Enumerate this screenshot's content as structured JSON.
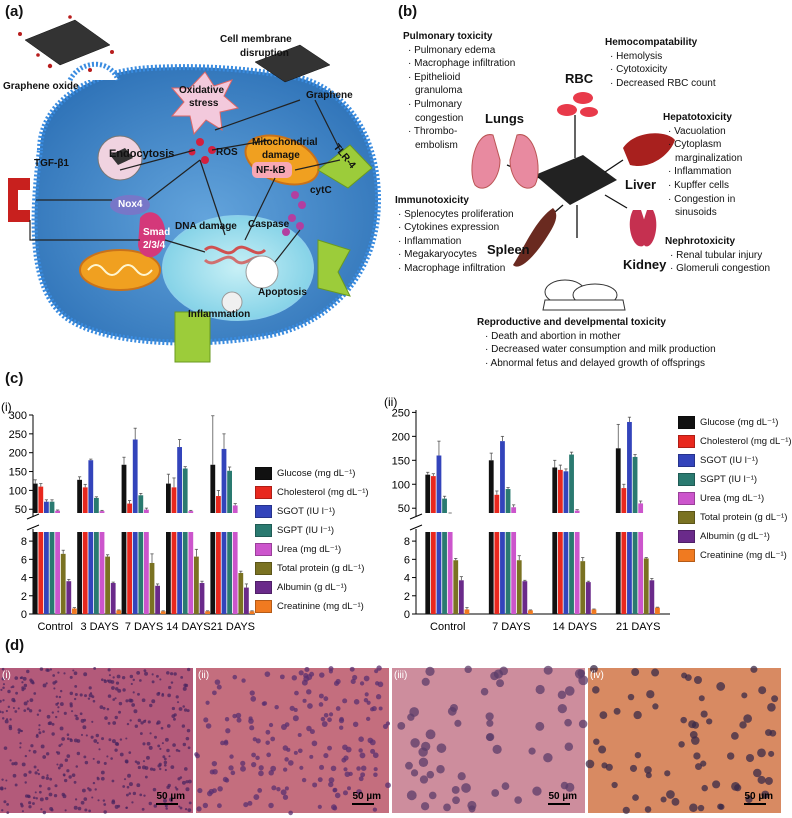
{
  "panel_labels": {
    "a": "(a)",
    "b": "(b)",
    "c": "(c)",
    "d": "(d)"
  },
  "panel_a": {
    "labels": {
      "graphene_oxide": "Graphene oxide",
      "cell_membrane": "Cell membrane",
      "disruption": "disruption",
      "graphene": "Graphene",
      "oxidative": "Oxidative",
      "stress": "stress",
      "endocytosis": "Endocytosis",
      "ros": "ROS",
      "mito1": "Mitochondrial",
      "mito2": "damage",
      "tgf": "TGF-β1",
      "tlr4": "TLR-4",
      "nox4": "Nox4",
      "nfkb": "NF-kB",
      "cytc": "cytC",
      "caspase": "Caspase",
      "dna_damage": "DNA damage",
      "smad": "Smad",
      "smad_num": "2/3/4",
      "apoptosis": "Apoptosis",
      "inflammation": "Inflammation"
    }
  },
  "panel_b": {
    "pulmonary": {
      "title": "Pulmonary toxicity",
      "items": [
        "· Pulmonary edema",
        "· Macrophage infiltration",
        "· Epithelioid",
        "  granuloma",
        "· Pulmonary",
        "  congestion",
        "· Thrombo-",
        "  embolism"
      ]
    },
    "hemo": {
      "title": "Hemocompatability",
      "items": [
        "· Hemolysis",
        "· Cytotoxicity",
        "· Decreased RBC count"
      ]
    },
    "hepato": {
      "title": "Hepatotoxicity",
      "items": [
        "· Vacuolation",
        "· Cytoplasm",
        "  marginalization",
        "· Inflammation",
        "· Kupffer cells",
        "· Congestion in",
        "  sinusoids"
      ]
    },
    "immuno": {
      "title": "Immunotoxicity",
      "items": [
        "· Splenocytes proliferation",
        "· Cytokines expression",
        "· Inflammation",
        "· Megakaryocytes",
        "· Macrophage infiltration"
      ]
    },
    "nephro": {
      "title": "Nephrotoxicity",
      "items": [
        "· Renal tubular injury",
        "· Glomeruli congestion"
      ]
    },
    "repro": {
      "title": "Reproductive and develpmental toxicity",
      "items": [
        "· Death and abortion in mother",
        "· Decreased water consumption and milk production",
        "· Abnormal fetus and delayed growth of offsprings"
      ]
    },
    "organs": {
      "rbc": "RBC",
      "lungs": "Lungs",
      "liver": "Liver",
      "spleen": "Spleen",
      "kidney": "Kidney"
    }
  },
  "chart_data": [
    {
      "type": "bar",
      "title": "(i)",
      "categories": [
        "Control",
        "3 DAYS",
        "7 DAYS",
        "14 DAYS",
        "21 DAYS"
      ],
      "upper_ticks": [
        "300",
        "250",
        "200",
        "150",
        "100",
        "50"
      ],
      "lower_ticks": [
        "8",
        "6",
        "4",
        "2",
        "0"
      ],
      "ylim_upper": [
        40,
        300
      ],
      "ylim_lower": [
        0,
        9
      ],
      "series": [
        {
          "name": "Glucose (mg dL⁻¹)",
          "color": "#111111",
          "values": [
            118,
            128,
            168,
            118,
            168
          ],
          "err": [
            10,
            8,
            20,
            25,
            130
          ]
        },
        {
          "name": "Cholesterol (mg dL⁻¹)",
          "color": "#e8281e",
          "values": [
            110,
            108,
            65,
            108,
            85
          ],
          "err": [
            8,
            8,
            8,
            25,
            15
          ]
        },
        {
          "name": "SGOT (IU l⁻¹)",
          "color": "#3344bb",
          "values": [
            70,
            180,
            235,
            215,
            210
          ],
          "err": [
            5,
            3,
            30,
            20,
            40
          ]
        },
        {
          "name": "SGPT (IU l⁻¹)",
          "color": "#2a7a70",
          "values": [
            70,
            80,
            87,
            158,
            152
          ],
          "err": [
            5,
            3,
            5,
            5,
            10
          ]
        },
        {
          "name": "Urea (mg dL⁻¹)",
          "color": "#cc55cc",
          "values": [
            46,
            45,
            49,
            45,
            60
          ],
          "err": [
            2,
            2,
            4,
            2,
            5
          ]
        },
        {
          "name": "Total protein (g dL⁻¹)",
          "color": "#7a7222",
          "values": [
            6.6,
            6.3,
            5.6,
            6.3,
            4.5
          ],
          "err": [
            0.4,
            0.2,
            1.0,
            0.8,
            0.2
          ]
        },
        {
          "name": "Albumin (g dL⁻¹)",
          "color": "#6a2a8a",
          "values": [
            3.6,
            3.4,
            3.1,
            3.4,
            2.9
          ],
          "err": [
            0.2,
            0.1,
            0.2,
            0.2,
            0.4
          ]
        },
        {
          "name": "Creatinine (mg dL⁻¹)",
          "color": "#f07a20",
          "values": [
            0.6,
            0.4,
            0.3,
            0.3,
            0.3
          ],
          "err": [
            0.1,
            0.05,
            0.05,
            0.05,
            0.05
          ]
        }
      ]
    },
    {
      "type": "bar",
      "title": "(ii)",
      "categories": [
        "Control",
        "7 DAYS",
        "14 DAYS",
        "21 DAYS"
      ],
      "upper_ticks": [
        "250",
        "200",
        "150",
        "100",
        "50"
      ],
      "lower_ticks": [
        "8",
        "6",
        "4",
        "2",
        "0"
      ],
      "ylim_upper": [
        40,
        255
      ],
      "ylim_lower": [
        0,
        9
      ],
      "series": [
        {
          "name": "Glucose (mg dL⁻¹)",
          "color": "#111111",
          "values": [
            120,
            150,
            135,
            175
          ],
          "err": [
            5,
            15,
            15,
            50
          ]
        },
        {
          "name": "Cholesterol (mg dL⁻¹)",
          "color": "#e8281e",
          "values": [
            117,
            78,
            130,
            92
          ],
          "err": [
            5,
            8,
            10,
            8
          ]
        },
        {
          "name": "SGOT (IU l⁻¹)",
          "color": "#3344bb",
          "values": [
            160,
            190,
            127,
            230
          ],
          "err": [
            30,
            10,
            5,
            10
          ]
        },
        {
          "name": "SGPT (IU l⁻¹)",
          "color": "#2a7a70",
          "values": [
            70,
            90,
            162,
            157
          ],
          "err": [
            5,
            3,
            5,
            5
          ]
        },
        {
          "name": "Urea (mg dL⁻¹)",
          "color": "#cc55cc",
          "values": [
            38,
            52,
            45,
            60
          ],
          "err": [
            2,
            5,
            2,
            5
          ]
        },
        {
          "name": "Total protein (g dL⁻¹)",
          "color": "#7a7222",
          "values": [
            5.9,
            5.9,
            5.8,
            6.1
          ],
          "err": [
            0.2,
            0.5,
            0.4,
            0.1
          ]
        },
        {
          "name": "Albumin (g dL⁻¹)",
          "color": "#6a2a8a",
          "values": [
            3.7,
            3.6,
            3.5,
            3.7
          ],
          "err": [
            0.4,
            0.1,
            0.1,
            0.2
          ]
        },
        {
          "name": "Creatinine (mg dL⁻¹)",
          "color": "#f07a20",
          "values": [
            0.5,
            0.4,
            0.5,
            0.7
          ],
          "err": [
            0.2,
            0.05,
            0.05,
            0.05
          ]
        }
      ]
    }
  ],
  "panel_d": {
    "labels": [
      "(i)",
      "(ii)",
      "(iii)",
      "(iv)"
    ],
    "scale": "50 µm",
    "colors": [
      "#b35a7a",
      "#c46e7e",
      "#cd8d9d",
      "#d88a62"
    ]
  }
}
